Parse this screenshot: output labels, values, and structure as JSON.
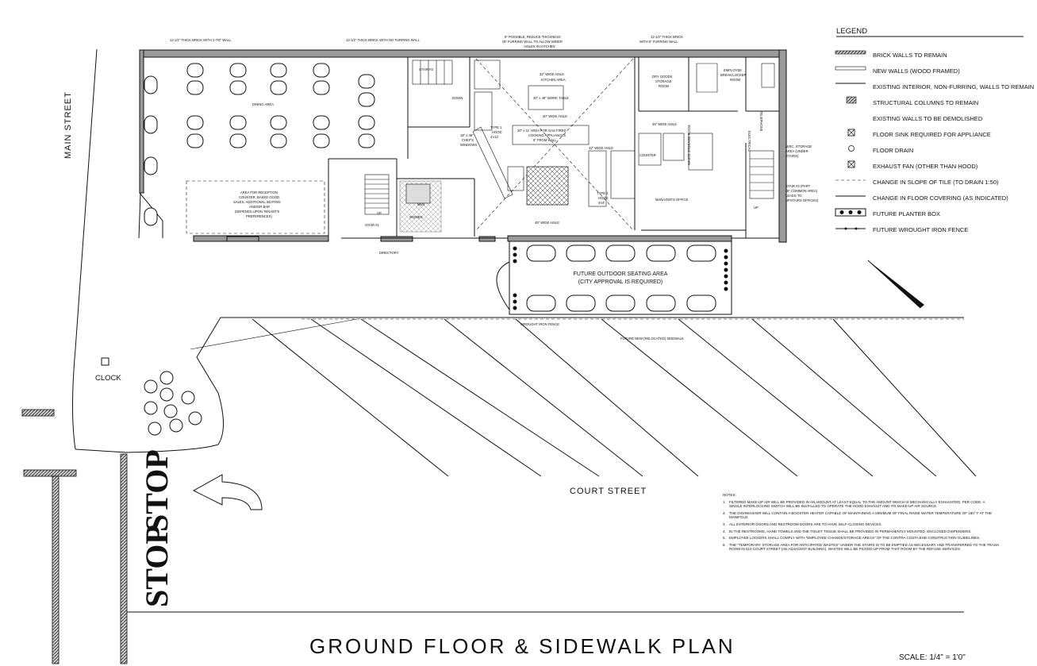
{
  "title": "GROUND FLOOR & SIDEWALK PLAN",
  "scale": "SCALE: 1/4\" = 1'0\"",
  "streets": {
    "main": "MAIN STREET",
    "court": "COURT STREET"
  },
  "road_marks": {
    "stop_1": "STOP",
    "stop_2": "STOP"
  },
  "clock_label": "CLOCK",
  "callouts": {
    "wall_a": "12-1/2\" THICK BRICK WITH 2-7/8\" WALL",
    "wall_b": "12-1/2\" THICK BRICK WITH NO FURRING WALL",
    "wall_c1": "IF POSSIBLE, REDUCE THICKNESS",
    "wall_c2": "OF FURRING WALL TO ALLOW WIDER",
    "wall_c3": "AISLES IN KITCHEN",
    "wall_d1": "12-1/2\" THICK BRICK",
    "wall_d2": "WITH 5\" FURRING WALL",
    "directory": "DIRECTORY",
    "wrought_iron": "WROUGHT IRON FENCE",
    "new_sidewalk": "FUTURE NEW (RELOCATED) SIDEWALK"
  },
  "rooms": {
    "dining": "DINING AREA",
    "reception_1": "AREA FOR RECEPTION",
    "reception_2": "COUNTER, BAKED GOOD",
    "reception_3": "SALES, ADDITIONAL SEATING",
    "reception_4": "AND/OR BAR",
    "reception_5": "(DEPENDS UPON TENANT'S",
    "reception_6": "PREFERENCES)",
    "stair_3": "STAIR #3",
    "down": "DOWN",
    "stair_1": "STAIR #1",
    "up_1": "UP",
    "up_2": "UP",
    "men": "MEN",
    "women": "WOMEN",
    "kitchen_1": "32\" WIDE AISLE",
    "kitchen_2": "KITCHEN AREA",
    "work_table": "30\" x 48\" WORK TABLE",
    "aisle_40": "40\" WIDE AISLE",
    "gas_1": "30\" x 11' AREA FOR GAS FIRED",
    "gas_2": "COOKING APPLIANCES",
    "gas_3": "6\" FROM WALL",
    "hood_1a": "TYPE 1",
    "hood_1b": "HOOD",
    "hood_1c": "4'x12'",
    "windows_1": "18\" x 48\"",
    "windows_2": "CHEF'S",
    "windows_3": "WINDOWS",
    "aisle_45a": "45\" WIDE AISLE",
    "aisle_45b": "45\" WIDE AISLE",
    "aisle_42": "42\" WIDE AISLE",
    "dry_1": "DRY GOODS",
    "dry_2": "STORAGE",
    "dry_3": "ROOM",
    "emp_1": "EMPLOYEE",
    "emp_2": "BREAK/LOCKER",
    "emp_3": "ROOM",
    "electrical": "ELECTRICAL",
    "telephone": "TELEPHONE",
    "waste": "WASTE STORAGE ROOM",
    "counter": "COUNTER",
    "hood_2a": "TYPE 2",
    "hood_2b": "HOOD",
    "hood_2c": "4'x4'",
    "manager": "MANAGER'S OFFICE",
    "misc_1": "MISC. STORAGE",
    "misc_2": "AREA (UNDER",
    "misc_3": "STAIRS)",
    "stair_2a": "STAIR #2 (PART",
    "stair_2b": "OF COMMON AREA)",
    "stair_2c": "LEADS TO",
    "stair_2d": "UPSTAIRS OFFICES)",
    "outdoor_1": "FUTURE OUTDOOR SEATING AREA",
    "outdoor_2": "(CITY APPROVAL IS REQUIRED)"
  },
  "legend": {
    "title": "LEGEND",
    "items": [
      "BRICK WALLS TO REMAIN",
      "NEW WALLS (WOOD FRAMED)",
      "EXISTING INTERIOR, NON-FURRING, WALLS TO REMAIN",
      "STRUCTURAL COLUMNS TO REMAIN",
      "EXISTING WALLS TO BE DEMOLISHED",
      "FLOOR SINK REQUIRED FOR APPLIANCE",
      "FLOOR DRAIN",
      "EXHAUST FAN (OTHER THAN HOOD)",
      "CHANGE IN SLOPE OF TILE (TO DRAIN 1:50)",
      "CHANGE IN FLOOR COVERING (AS INDICATED)",
      "FUTURE PLANTER BOX",
      "FUTURE WROUGHT IRON FENCE"
    ]
  },
  "notes": {
    "heading": "NOTES:",
    "items": [
      {
        "n": "1.",
        "lines": [
          "FILTERED MAKE-UP AIR WILL BE PROVIDED IN AN AMOUNT AT LEAST EQUAL TO THE AMOUNT WHICH IS MECHANICALLY EXHAUSTED, PER CODE. A",
          "SINGLE INTERLOCKING SWITCH WILL BE INSTALLED TO OPERATE THE HOOD EXHAUST AND ITS MAKE-UP AIR SOURCE."
        ]
      },
      {
        "n": "2.",
        "lines": [
          "THE DISHWASHER WILL CONTAIN A BOOSTER HEATER CAPABLE OF MAINTAINING A MINIMUM OF FINAL RINSE WATER TEMPERATURE OF 180° F AT THE",
          "MANIFOLD."
        ]
      },
      {
        "n": "3.",
        "lines": [
          "ALL EXTERIOR DOORS AND RESTROOM DOORS ARE TO HAVE SELF-CLOSING DEVICES."
        ]
      },
      {
        "n": "4.",
        "lines": [
          "IN THE RESTROOMS, HAND TOWELS AND THE TOILET TISSUE SHALL BE PROVIDED IN PERMANENTLY MOUNTED, ENCLOSED DISPENSERS."
        ]
      },
      {
        "n": "5.",
        "lines": [
          "EMPLOYEE LOCKERS SHALL COMPLY WITH \"EMPLOYEE CHANGE/STORAGE AREAS\" OF THE CONTRA COSTA EHD CONSTRUCTION GUIDELINES."
        ]
      },
      {
        "n": "6.",
        "lines": [
          "THE \"TEMPORARY STORAGE AREA FOR ANTICIPATED WASTES\" UNDER THE STAIRS IS TO BE EMPTIED AS NECESSARY AND TRANSFERRED TO THE TRASH",
          "ROOM IN 610 COURT STREET (AN ADJACENT BUILDING). WASTES WILL BE PICKED-UP FROM THAT ROOM BY THE REFUSE SERVICES."
        ]
      }
    ]
  }
}
